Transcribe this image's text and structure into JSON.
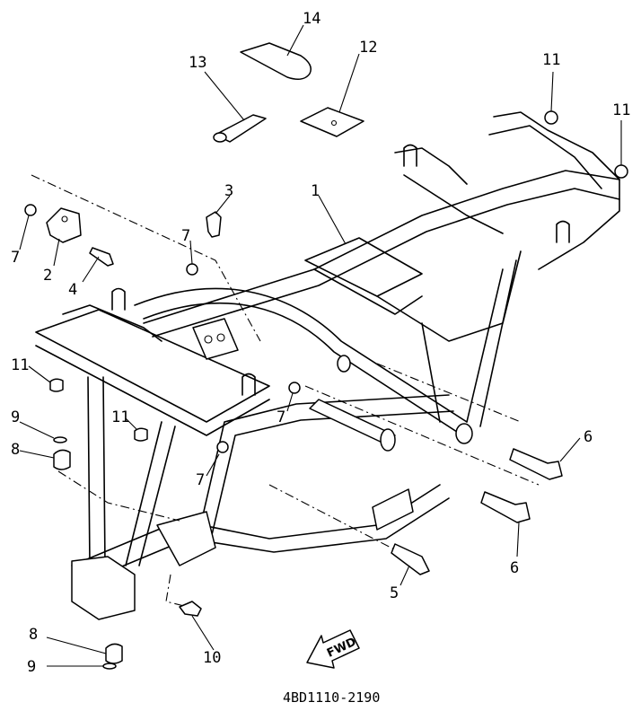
{
  "diagram": {
    "part_code": "4BD1110-2190",
    "fwd_label": "FWD",
    "callouts": {
      "c1": "1",
      "c2": "2",
      "c3": "3",
      "c4": "4",
      "c5": "5",
      "c6a": "6",
      "c6b": "6",
      "c7a": "7",
      "c7b": "7",
      "c7c": "7",
      "c7d": "7",
      "c8a": "8",
      "c8b": "8",
      "c9a": "9",
      "c9b": "9",
      "c10": "10",
      "c11a": "11",
      "c11b": "11",
      "c11c": "11",
      "c11d": "11",
      "c12": "12",
      "c13": "13",
      "c14": "14"
    }
  }
}
